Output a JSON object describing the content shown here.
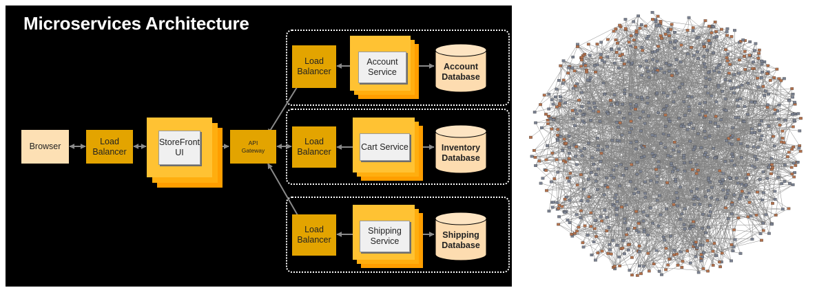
{
  "title": "Microservices Architecture",
  "browser": "Browser",
  "load_balancer": "Load\nBalancer",
  "storefront": "StoreFront\nUI",
  "api_gateway": "API\nGateway",
  "services": [
    {
      "name": "Account\nService",
      "database": "Account\nDatabase"
    },
    {
      "name": "Cart Service",
      "database": "Inventory\nDatabase"
    },
    {
      "name": "Shipping\nService",
      "database": "Shipping\nDatabase"
    }
  ],
  "colors": {
    "background": "#000000",
    "load_balancer": "#e3a400",
    "stack_outer": "#ff9e00",
    "stack_inner": "#ffc233",
    "browser": "#fde0b4",
    "database": "#fddcb0",
    "graph_node_main": "#7a8191",
    "graph_node_accent": "#b3714c",
    "graph_edge": "#222222"
  },
  "graph": {
    "description_icon": "dependency-graph-icon"
  }
}
